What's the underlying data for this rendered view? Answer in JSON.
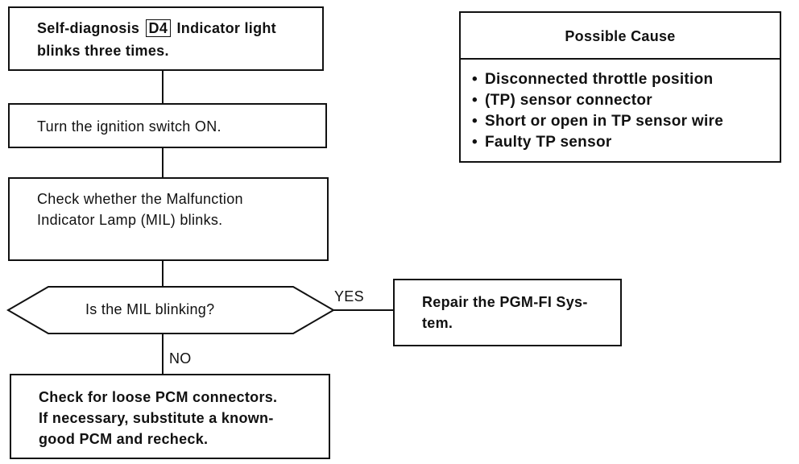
{
  "flow": {
    "step1": {
      "prefix": "Self-diagnosis",
      "tag": "D4",
      "suffix": "Indicator light",
      "line2": "blinks three times."
    },
    "step2": {
      "line1": "Turn the ignition switch ON."
    },
    "step3": {
      "line1": "Check whether the Malfunction",
      "line2": "Indicator Lamp (MIL) blinks."
    },
    "decision": {
      "question": "Is the MIL blinking?",
      "yes_label": "YES",
      "no_label": "NO"
    },
    "yes_action": {
      "line1": "Repair the PGM-FI Sys-",
      "line2": "tem."
    },
    "no_action": {
      "line1": "Check for loose PCM connectors.",
      "line2": "If necessary, substitute a known-",
      "line3": "good PCM and recheck."
    }
  },
  "causes": {
    "title": "Possible Cause",
    "items": [
      "Disconnected throttle position",
      "(TP) sensor connector",
      "Short or open in TP sensor wire",
      "Faulty TP sensor"
    ]
  }
}
